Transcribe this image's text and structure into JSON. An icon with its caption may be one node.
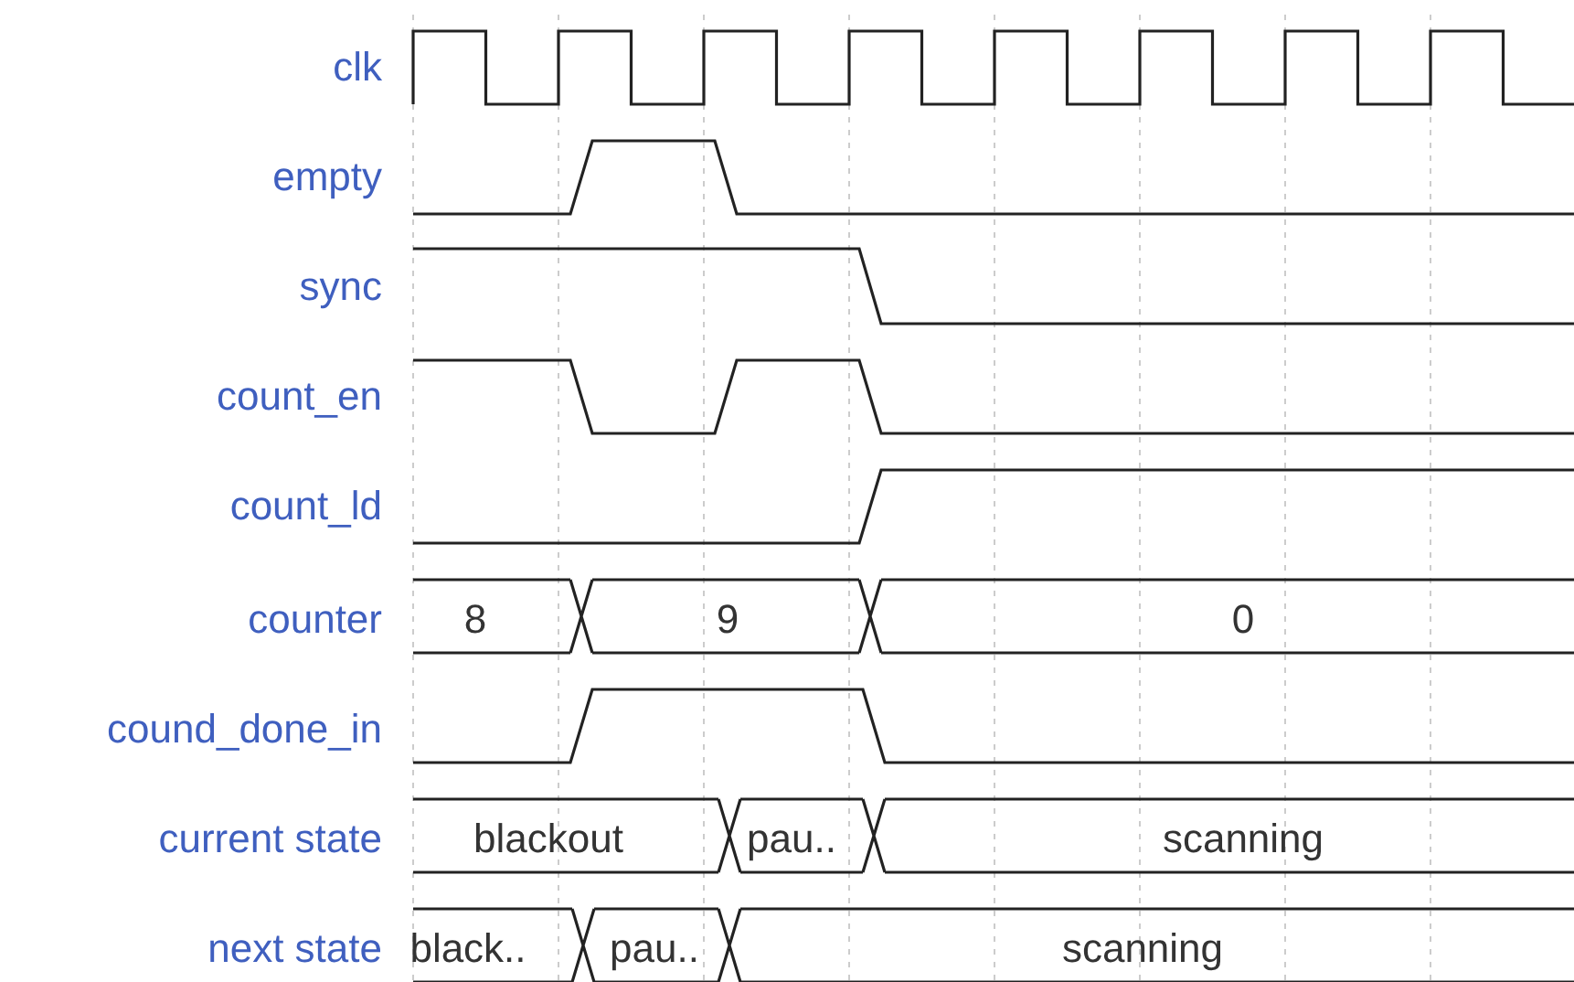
{
  "diagram": {
    "labels": [
      "clk",
      "empty",
      "sync",
      "count_en",
      "count_ld",
      "counter",
      "8",
      "9",
      "0",
      "cound_done_in",
      "current state",
      "blackout",
      "pau..",
      "scanning",
      "next state",
      "black..",
      "pau..",
      "scanning"
    ]
  }
}
